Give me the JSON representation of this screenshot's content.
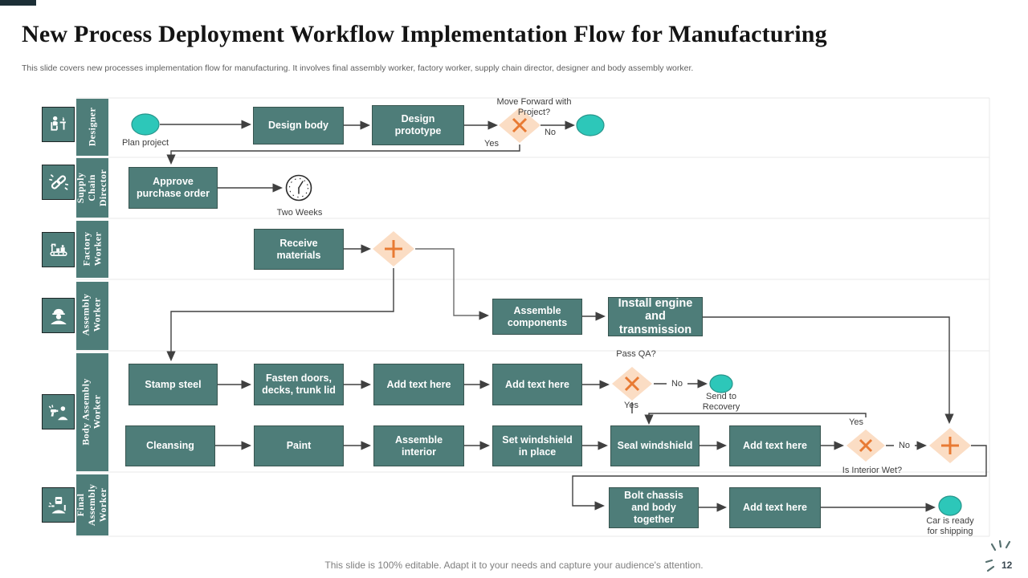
{
  "slide": {
    "title": "New Process Deployment Workflow Implementation Flow for Manufacturing",
    "subtitle": "This slide covers new processes implementation flow for manufacturing. It involves final assembly worker, factory worker, supply chain director, designer and body assembly worker.",
    "footer": "This slide is 100% editable. Adapt it to your needs and capture your audience's attention.",
    "page_number": "12"
  },
  "colors": {
    "lane_teal": "#4e7d79",
    "event_teal": "#2dc7b9",
    "gateway_fill": "#fbddc4",
    "gateway_symbol": "#e87a33",
    "connector": "#404040"
  },
  "icons": {
    "lane_icons": [
      "designer-desk-icon",
      "chain-link-icon",
      "factory-conveyor-icon",
      "helmet-worker-icon",
      "spray-robot-icon",
      "welder-icon"
    ],
    "timer": "clock-icon",
    "page_burst": "burst-icon"
  },
  "lanes": [
    {
      "label": "Designer"
    },
    {
      "label": "Supply Chain Director"
    },
    {
      "label": "Factory Worker"
    },
    {
      "label": "Assembly Worker"
    },
    {
      "label": "Body Assembly Worker"
    },
    {
      "label": "Final Assembly Worker"
    }
  ],
  "nodes": {
    "design_body": "Design body",
    "design_prototype": "Design prototype",
    "approve_po": "Approve purchase order",
    "receive_materials": "Receive materials",
    "assemble_components": "Assemble components",
    "install_engine": "Install engine and transmission",
    "stamp_steel": "Stamp steel",
    "fasten_doors": "Fasten doors, decks, trunk lid",
    "add_text_1": "Add text here",
    "add_text_2": "Add text here",
    "cleansing": "Cleansing",
    "paint": "Paint",
    "assemble_interior": "Assemble interior",
    "set_windshield": "Set windshield in place",
    "seal_windshield": "Seal windshield",
    "add_text_3": "Add text here",
    "bolt_chassis": "Bolt chassis and body together",
    "add_text_4": "Add text here"
  },
  "labels": {
    "plan_project": "Plan project",
    "move_forward_q": "Move Forward with Project?",
    "yes_1": "Yes",
    "no_1": "No",
    "two_weeks": "Two Weeks",
    "pass_qa_q": "Pass QA?",
    "yes_2": "Yes",
    "no_2": "No",
    "send_to_recovery": "Send to Recovery",
    "interior_wet_q": "Is Interior Wet?",
    "yes_3": "Yes",
    "no_3": "No",
    "car_ready": "Car is ready for shipping"
  }
}
